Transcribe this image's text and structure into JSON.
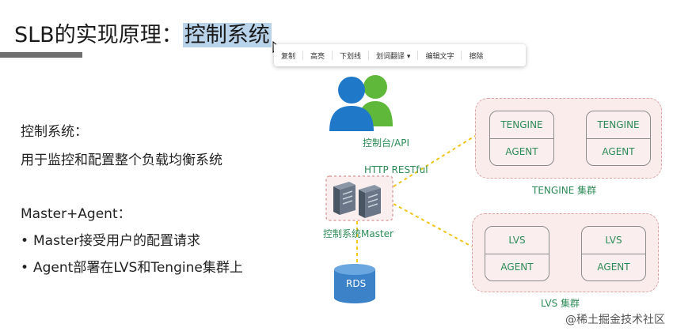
{
  "title": {
    "prefix": "SLB的实现原理：",
    "highlight": "控制系统"
  },
  "context_menu": [
    "复制",
    "高亮",
    "下划线",
    "划词翻译 ▾",
    "编辑文字",
    "擦除"
  ],
  "left": {
    "heading1": "控制系统：",
    "line1": "用于监控和配置整个负载均衡系统",
    "heading2": "Master+Agent：",
    "bullets": [
      "Master接受用户的配置请求",
      "Agent部署在LVS和Tengine集群上"
    ]
  },
  "diagram": {
    "users_label": "控制台/API",
    "http_label": "HTTP RESTful",
    "master_label": "控制系统Master",
    "rds_label": "RDS",
    "tengine_cluster": {
      "label": "TENGINE 集群",
      "nodes": [
        {
          "top": "TENGINE",
          "bottom": "AGENT"
        },
        {
          "top": "TENGINE",
          "bottom": "AGENT"
        }
      ]
    },
    "lvs_cluster": {
      "label": "LVS 集群",
      "nodes": [
        {
          "top": "LVS",
          "bottom": "AGENT"
        },
        {
          "top": "LVS",
          "bottom": "AGENT"
        }
      ]
    }
  },
  "watermark": "@稀土掘金技术社区",
  "colors": {
    "highlight": "#b9d3ea",
    "label_green": "#2e8b57",
    "dash_line": "#f0c419",
    "cluster_fill": "#fbecec"
  },
  "icons": [
    "users-icon",
    "server-rack-icon",
    "database-cylinder-icon",
    "cursor-arrow-icon"
  ]
}
